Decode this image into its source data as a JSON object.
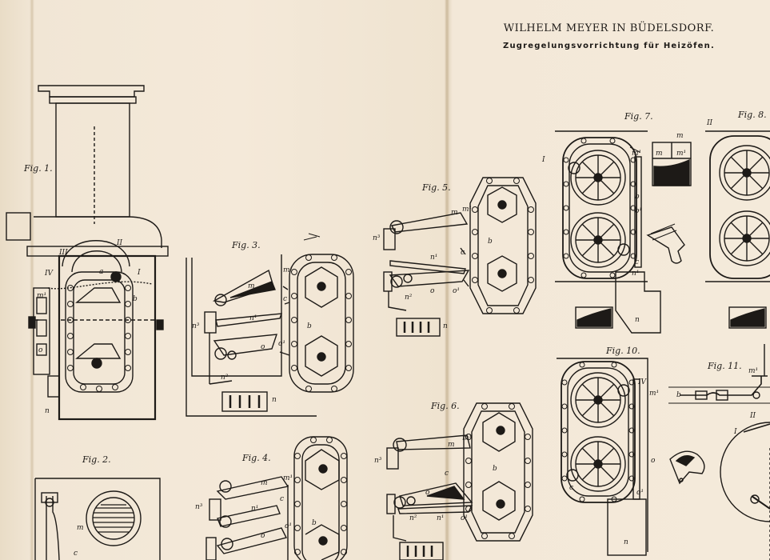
{
  "header": {
    "maker": "WILHELM MEYER IN BÜDELSDORF.",
    "title": "Zugregelungsvorrichtung für Heizöfen."
  },
  "figures": [
    {
      "id": "1",
      "label": "Fig. 1."
    },
    {
      "id": "2",
      "label": "Fig. 2."
    },
    {
      "id": "3",
      "label": "Fig. 3."
    },
    {
      "id": "4",
      "label": "Fig. 4."
    },
    {
      "id": "5",
      "label": "Fig. 5."
    },
    {
      "id": "6",
      "label": "Fig. 6."
    },
    {
      "id": "7",
      "label": "Fig. 7."
    },
    {
      "id": "8",
      "label": "Fig. 8."
    },
    {
      "id": "10",
      "label": "Fig. 10."
    },
    {
      "id": "11",
      "label": "Fig. 11."
    }
  ],
  "letters": {
    "a": "a",
    "b": "b",
    "c": "c",
    "m": "m",
    "m1": "m¹",
    "n": "n",
    "n1": "n¹",
    "n2": "n²",
    "n3": "n³",
    "o": "o",
    "o1": "o¹",
    "I": "I",
    "II": "II",
    "III": "III",
    "IV": "IV"
  },
  "colors": {
    "paper": "#f4e9d9",
    "ink": "#1d1a17",
    "fold": "#d8c8ae"
  }
}
